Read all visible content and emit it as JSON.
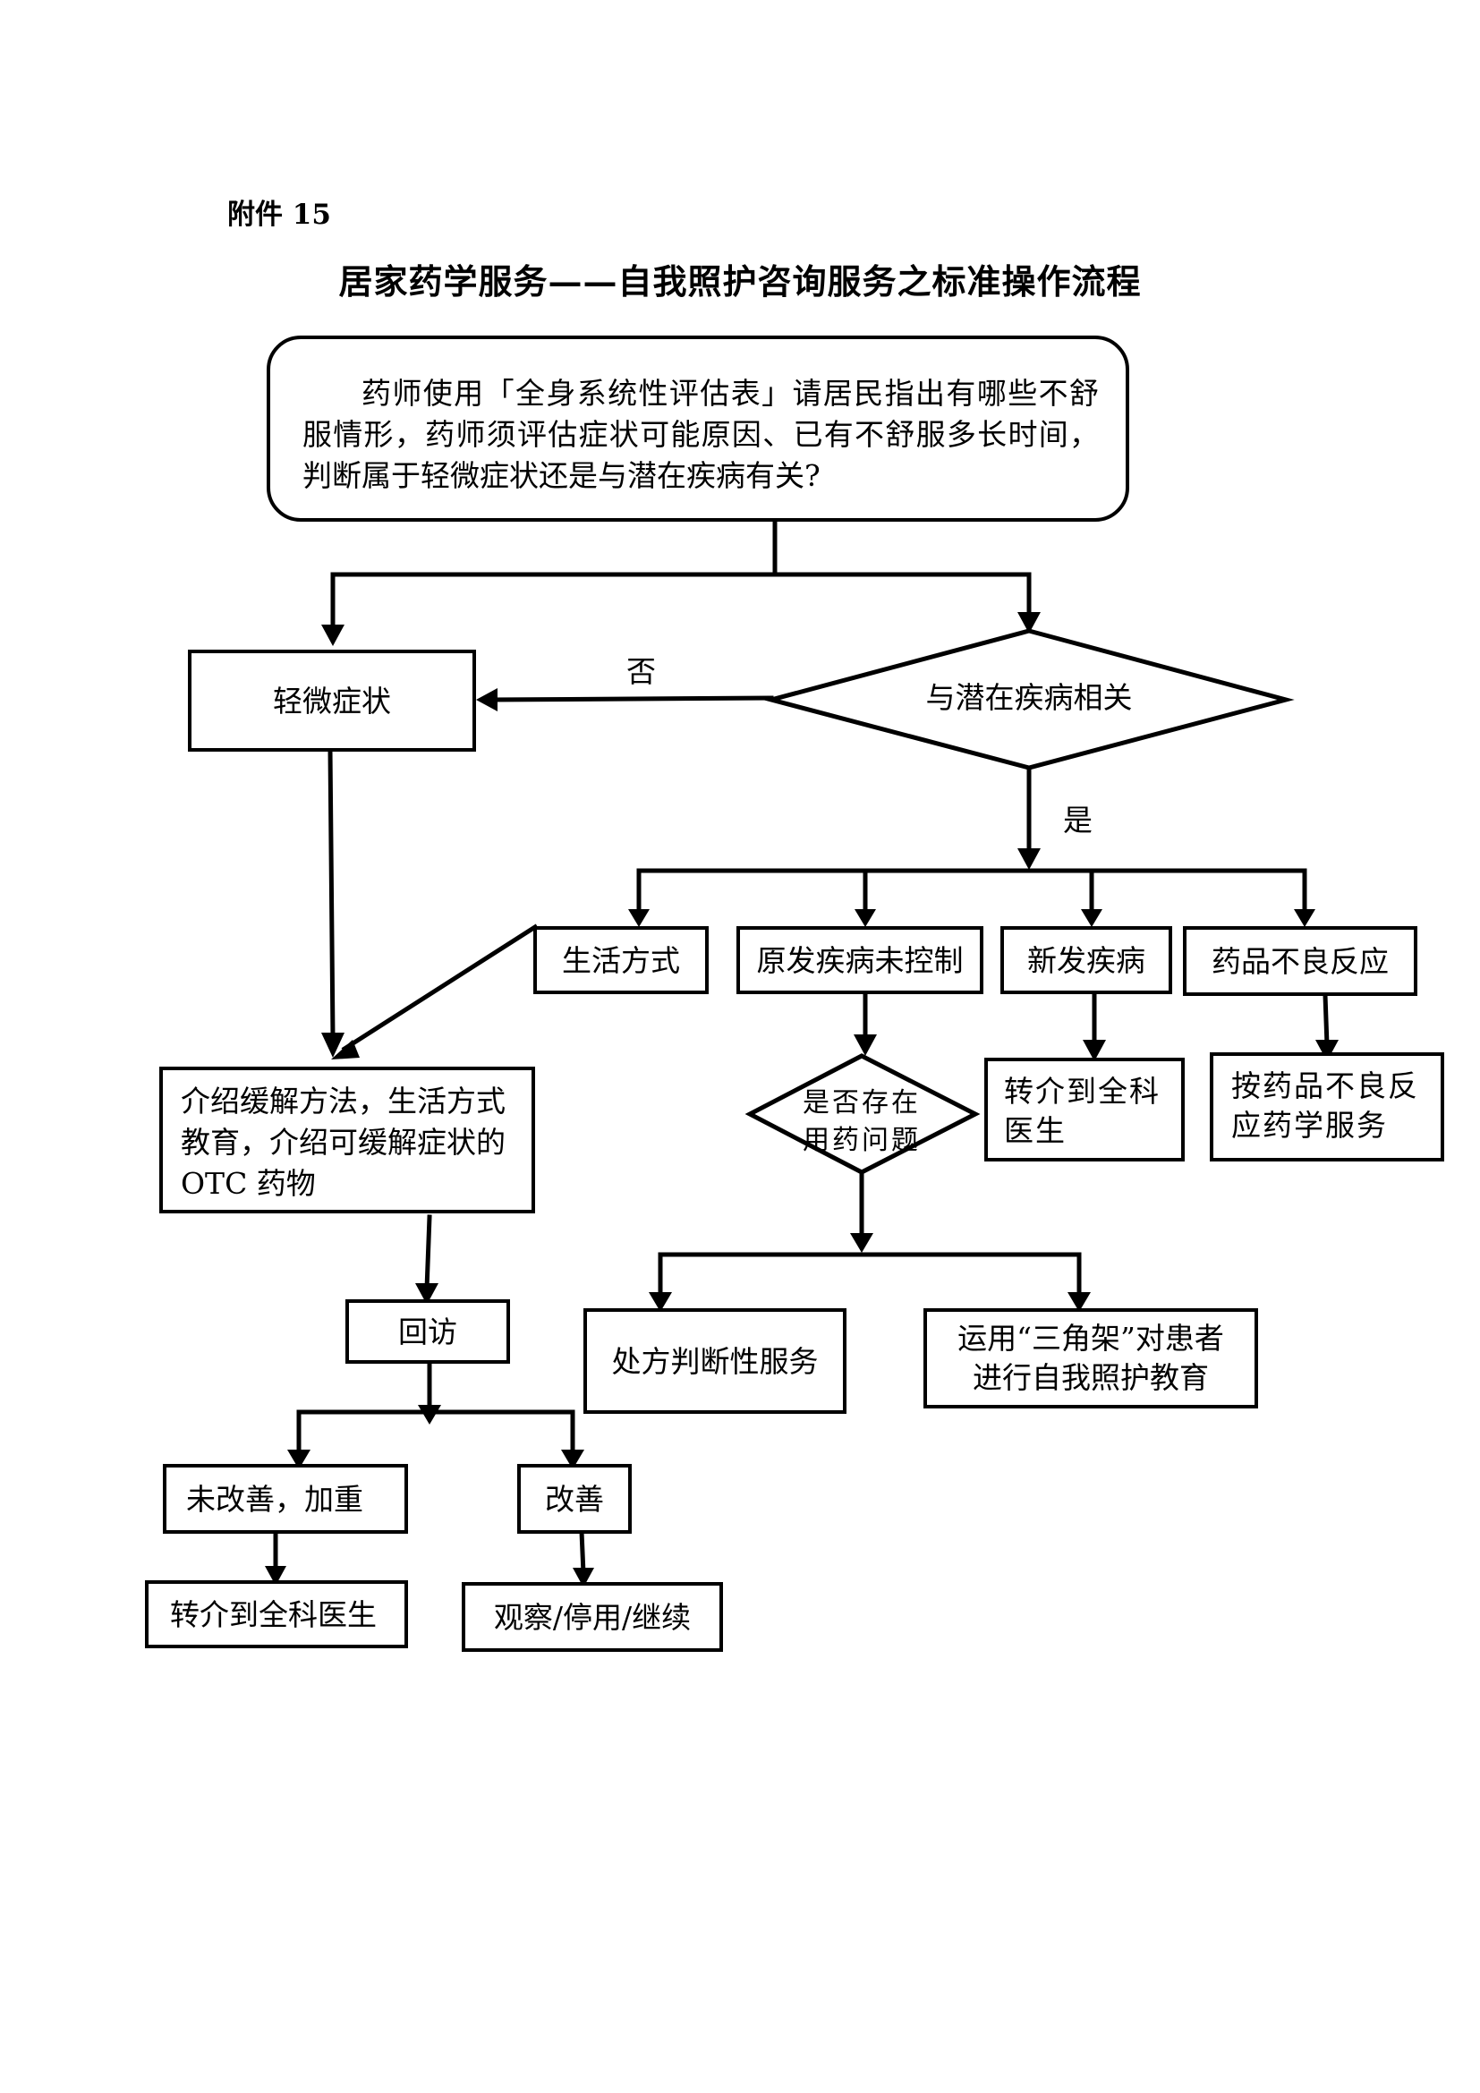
{
  "document": {
    "label": "附件 15",
    "title": "居家药学服务——自我照护咨询服务之标准操作流程"
  },
  "flowchart": {
    "start": "药师使用「全身系统性评估表」请居民指出有哪些不舒服情形，药师须评估症状可能原因、已有不舒服多长时间，判断属于轻微症状还是与潜在疾病有关?",
    "mild_symptoms": "轻微症状",
    "decision_disease": "与潜在疾病相关",
    "edge_no": "否",
    "edge_yes": "是",
    "lifestyle": "生活方式",
    "uncontrolled": "原发疾病未控制",
    "new_disease": "新发疾病",
    "adverse_reaction": "药品不良反应",
    "introduce": "介绍缓解方法，生活方式教育，介绍可缓解症状的OTC 药物",
    "decision_drug_problem_line1": "是否存在",
    "decision_drug_problem_line2": "用药问题",
    "refer_gp_right": "转介到全科医生",
    "adr_service": "按药品不良反应药学服务",
    "prescription_service": "处方判断性服务",
    "triangle_education": "运用“三角架”对患者进行自我照护教育",
    "follow_up": "回访",
    "not_improved": "未改善，加重",
    "improved": "改善",
    "refer_gp_left": "转介到全科医生",
    "observe": "观察/停用/继续"
  }
}
